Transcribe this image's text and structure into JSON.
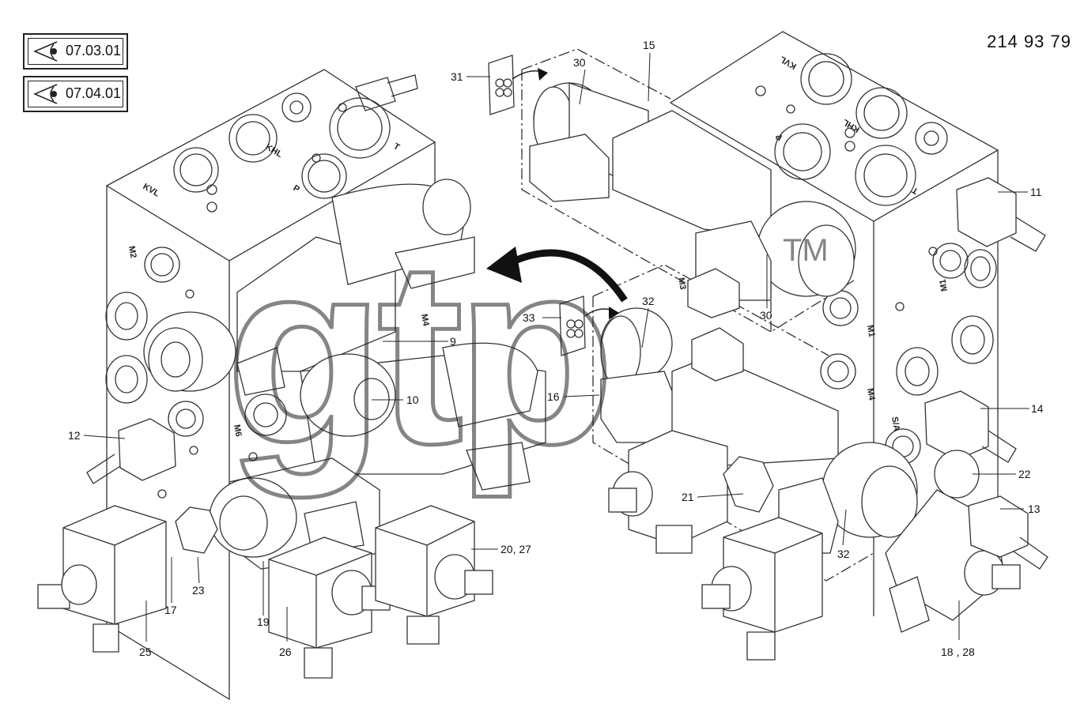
{
  "drawing_number": "214 93 79",
  "references": [
    {
      "label": "07.03.01"
    },
    {
      "label": "07.04.01"
    }
  ],
  "watermark": "gtp",
  "watermark_mark": "TM",
  "port_marks": {
    "kvl_left": "KVL",
    "khl_left": "KHL",
    "t_left": "T",
    "p_left": "P",
    "m2": "M2",
    "m4_left": "M4",
    "m6": "M6",
    "kvl_right": "KVL",
    "khl_right": "KHL",
    "p_right": "P",
    "t_right": "T",
    "m1_right": "M1",
    "m3": "M3",
    "m4_right": "M4",
    "m1": "M1",
    "s_a": "S/A"
  },
  "callouts": [
    "30",
    "15",
    "31",
    "11",
    "30",
    "33",
    "32",
    "9",
    "10",
    "16",
    "12",
    "14",
    "22",
    "21",
    "13",
    "20, 27",
    "32",
    "23",
    "17",
    "19",
    "25",
    "26",
    "18 , 28"
  ],
  "icons": {
    "view": "eye-view-icon"
  }
}
